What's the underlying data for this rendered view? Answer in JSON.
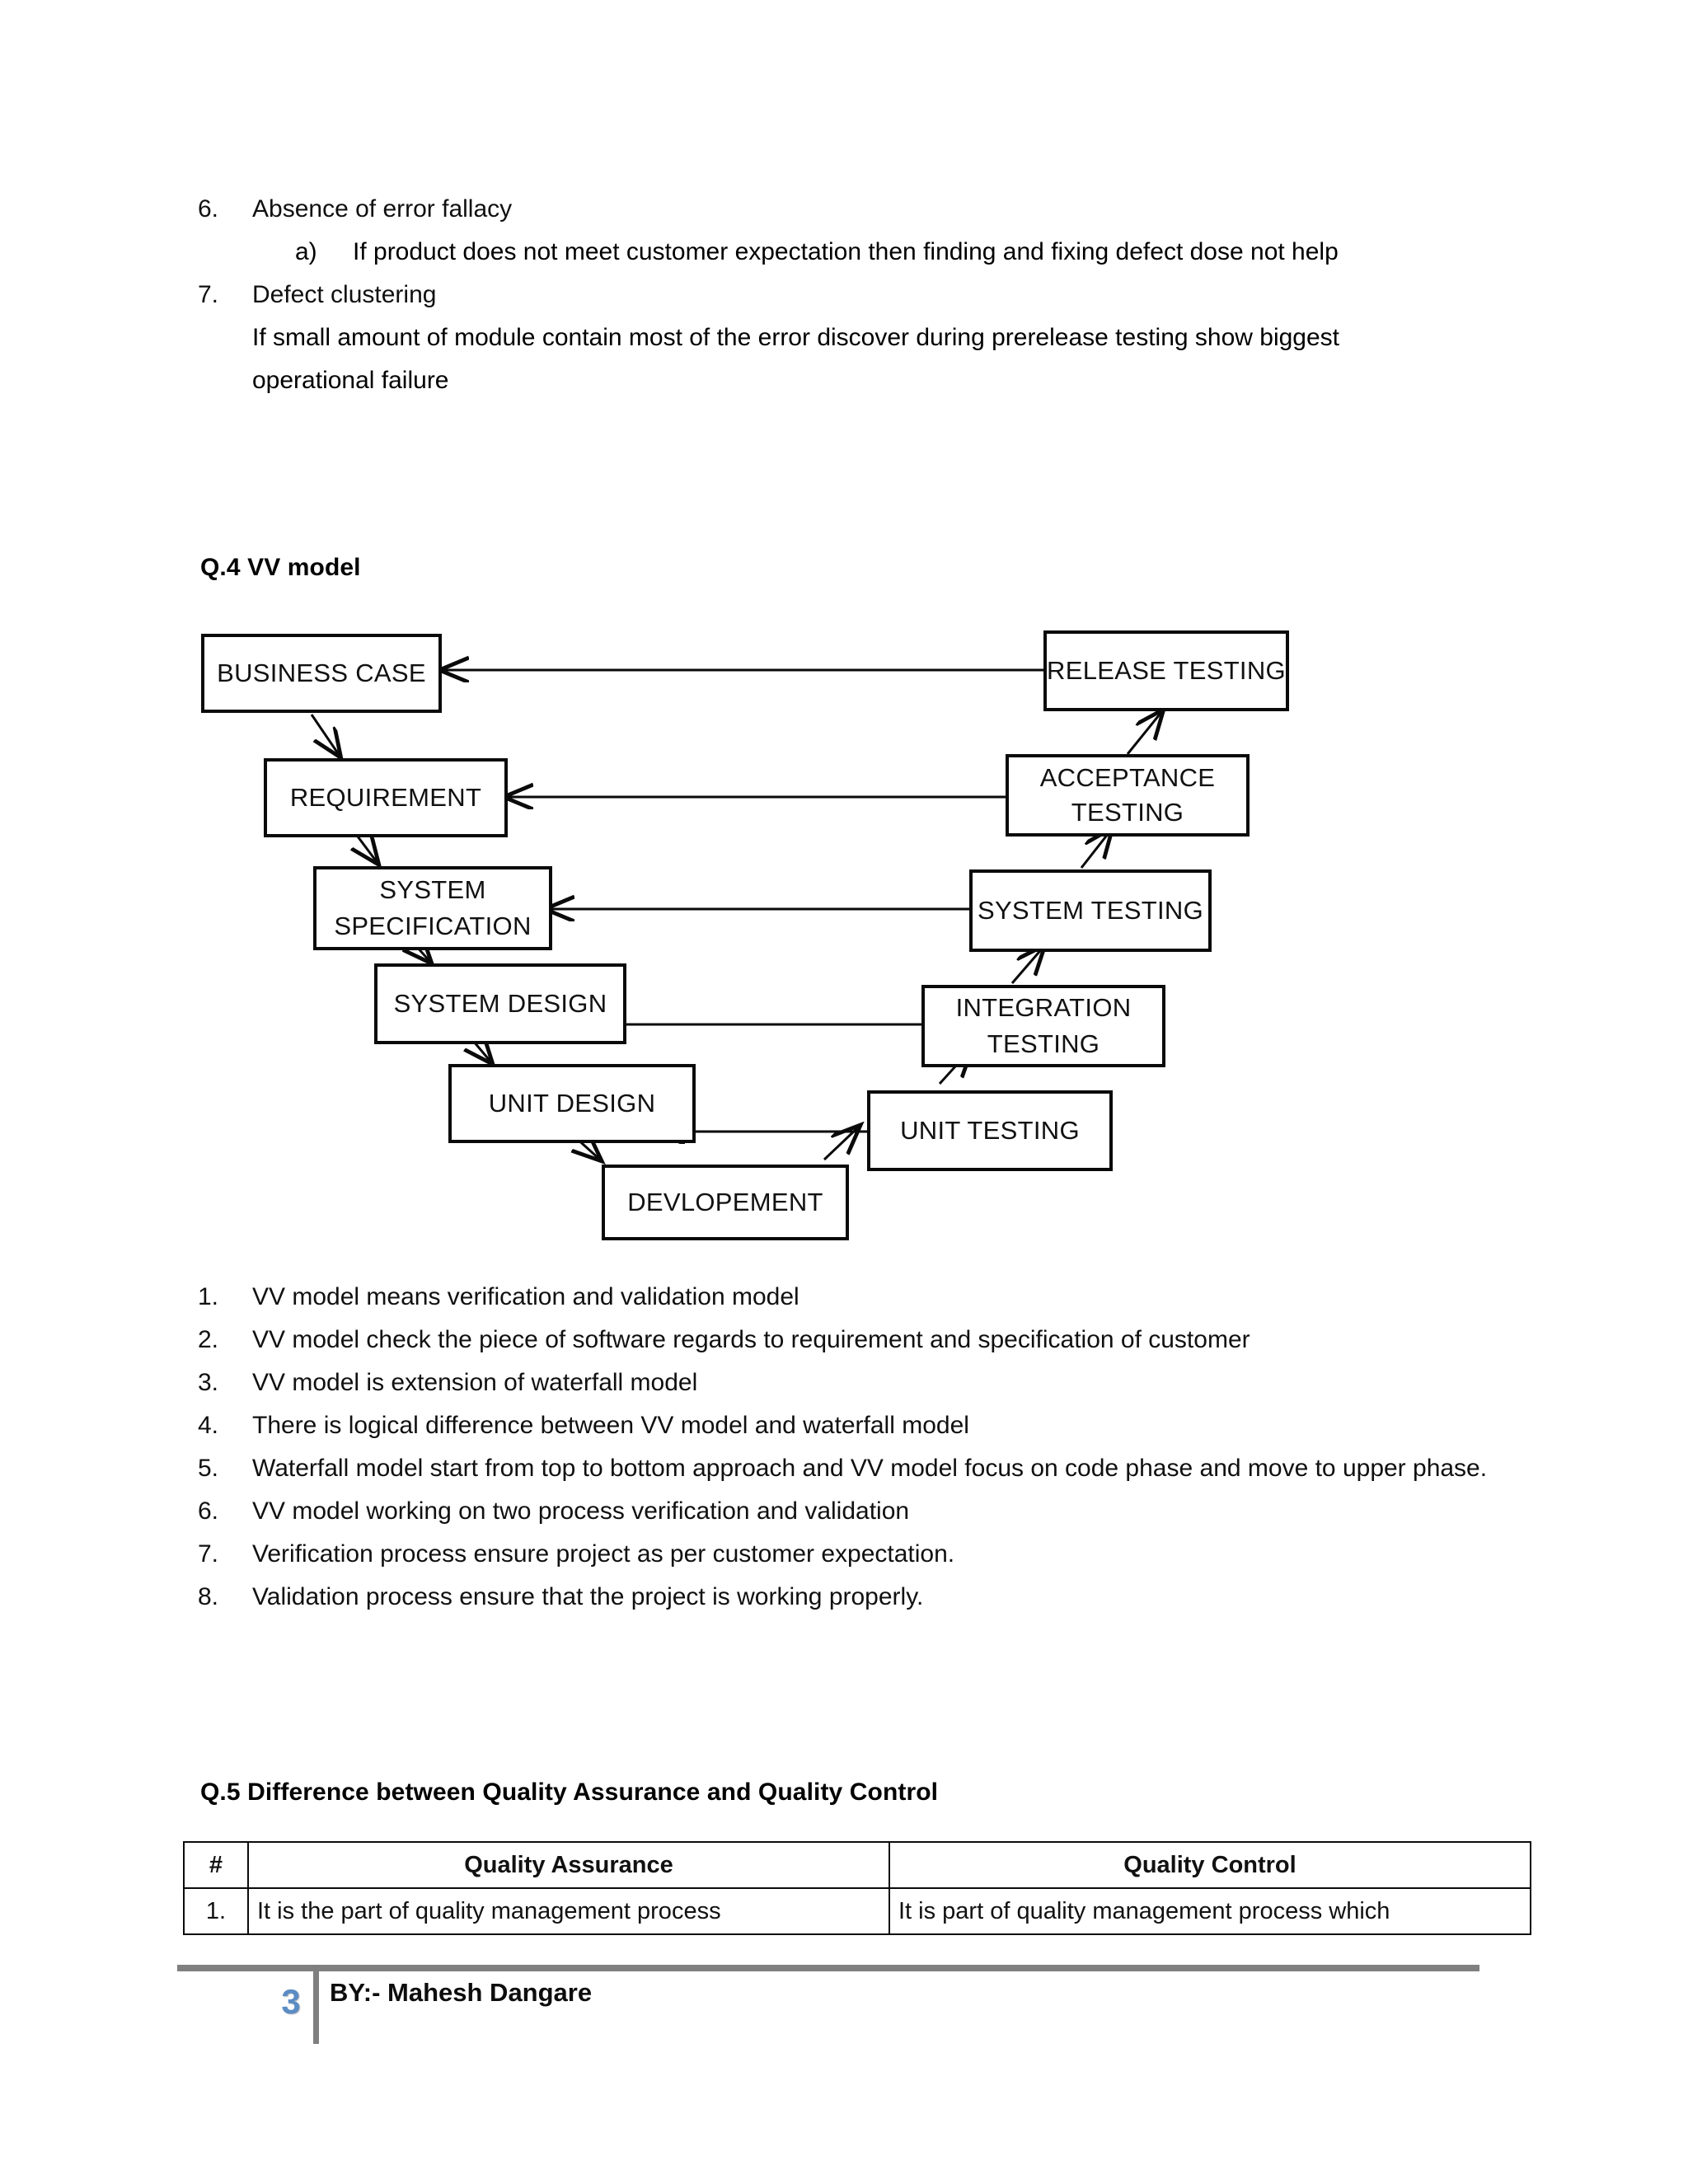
{
  "top_list": {
    "items": [
      {
        "num": "6.",
        "text": "Absence of error fallacy",
        "sub": [
          {
            "num": "a)",
            "text": "If product does not meet customer expectation then finding and fixing defect dose not help"
          }
        ]
      },
      {
        "num": "7.",
        "text": "Defect clustering",
        "continuation": "If small amount of module contain most of the error discover during prerelease testing show biggest operational failure"
      }
    ]
  },
  "q4": {
    "heading": "Q.4 VV model",
    "diagram": {
      "nodes": {
        "business_case": "BUSINESS CASE",
        "requirement": "REQUIREMENT",
        "system_specification": "SYSTEM SPECIFICATION",
        "system_design": "SYSTEM DESIGN",
        "unit_design": "UNIT DESIGN",
        "devlopement": "DEVLOPEMENT",
        "unit_testing": "UNIT TESTING",
        "integration_testing": "INTEGRATION TESTING",
        "system_testing": "SYSTEM TESTING",
        "acceptance_testing": "ACCEPTANCE TESTING",
        "release_testing": "RELEASE TESTING"
      }
    },
    "points": [
      {
        "num": "1.",
        "text": "VV model means verification and validation model"
      },
      {
        "num": "2.",
        "text": "VV model check the piece of software regards to requirement and specification of customer"
      },
      {
        "num": "3.",
        "text": "VV model is extension of waterfall model"
      },
      {
        "num": "4.",
        "text": "There is logical difference between VV model and waterfall model"
      },
      {
        "num": "5.",
        "text": "Waterfall model start from top to bottom approach and VV model focus on code phase and move to upper phase."
      },
      {
        "num": "6.",
        "text": "VV model working on two process verification and validation"
      },
      {
        "num": "7.",
        "text": "Verification process ensure project as per customer expectation."
      },
      {
        "num": "8.",
        "text": "Validation process ensure that the project is working properly."
      }
    ]
  },
  "q5": {
    "heading": "Q.5 Difference between Quality Assurance and Quality Control",
    "table": {
      "headers": [
        "#",
        "Quality Assurance",
        "Quality Control"
      ],
      "rows": [
        [
          "1.",
          "It is the part of quality management process",
          "It is part of quality management process which"
        ]
      ]
    }
  },
  "footer": {
    "page_number": "3",
    "author": "BY:- Mahesh Dangare"
  }
}
